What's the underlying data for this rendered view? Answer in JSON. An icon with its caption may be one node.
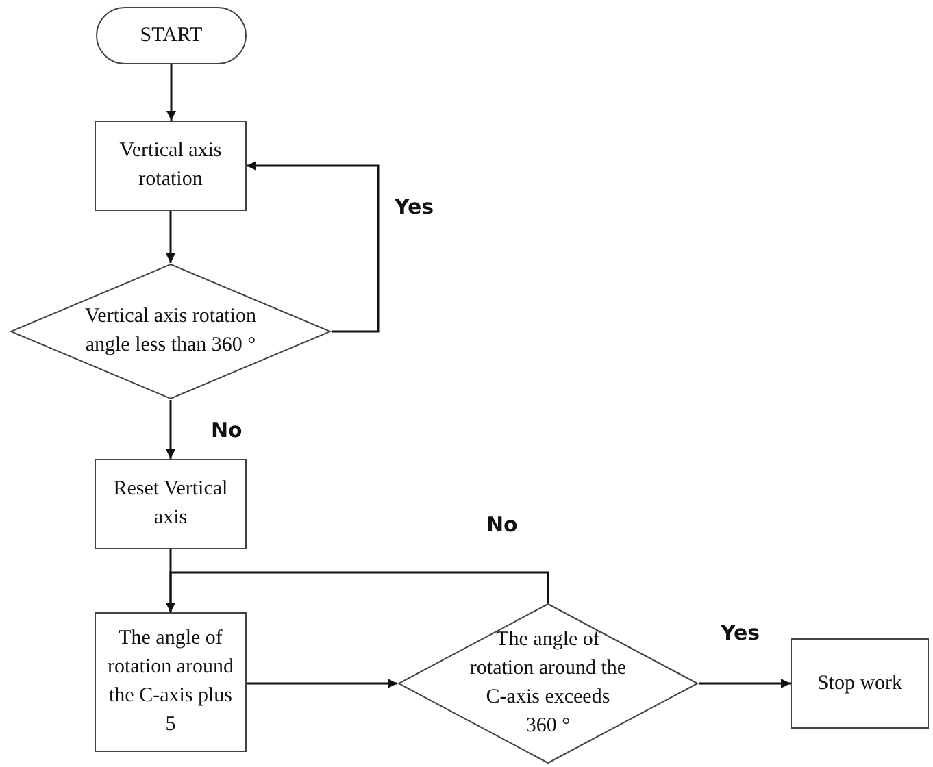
{
  "diagram": {
    "nodes": [
      {
        "text": [
          "START"
        ]
      },
      {
        "text": [
          "Vertical axis rotation"
        ]
      },
      {
        "text": [
          "Vertical axis rotation angle less than 360 °"
        ]
      },
      {
        "text": [
          "Reset Vertical axis"
        ]
      },
      {
        "text": [
          "The angle of rotation around the C-axis plus 5"
        ]
      },
      {
        "text": [
          "The angle of rotation around the C-axis exceeds 360 °"
        ]
      },
      {
        "text": [
          "Stop work"
        ]
      }
    ],
    "edges": [
      {
        "from": 0,
        "to": 1,
        "arrow": "to"
      },
      {
        "from": 1,
        "to": 2,
        "arrow": "to"
      },
      {
        "from": 2,
        "to": 1,
        "arrow": "to",
        "label": "Yes"
      },
      {
        "from": 2,
        "to": 3,
        "arrow": "to",
        "label": "No"
      },
      {
        "from": 3,
        "to": 4,
        "arrow": "to"
      },
      {
        "from": 4,
        "to": 5,
        "arrow": "to"
      },
      {
        "from": 5,
        "to": 6,
        "arrow": "to",
        "label": "Yes"
      },
      {
        "from": 5,
        "to": 4,
        "arrow": "to",
        "label": "No"
      }
    ]
  }
}
